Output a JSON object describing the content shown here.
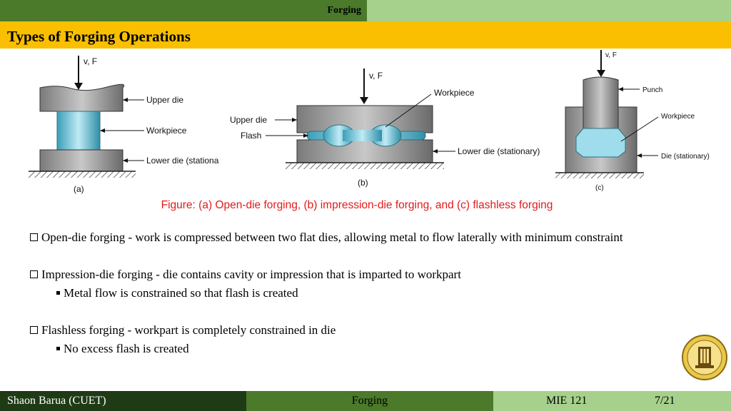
{
  "header": {
    "section": "Forging"
  },
  "slide_title": "Types of Forging Operations",
  "figure": {
    "a": {
      "force_label": "v, F",
      "upper_die": "Upper die",
      "workpiece": "Workpiece",
      "lower_die": "Lower die (stationa",
      "tag": "(a)"
    },
    "b": {
      "force_label": "v, F",
      "workpiece": "Workpiece",
      "upper_die": "Upper die",
      "flash": "Flash",
      "lower_die": "Lower die (stationary)",
      "tag": "(b)"
    },
    "c": {
      "force_label": "v, F",
      "punch": "Punch",
      "workpiece": "Workpiece",
      "die": "Die (stationary)",
      "tag": "(c)"
    },
    "caption": "Figure: (a) Open-die forging, (b) impression-die forging, and (c) flashless forging"
  },
  "bullets": [
    {
      "text": "Open-die forging - work is compressed between two flat dies, allowing metal to flow laterally with minimum constraint",
      "sub": []
    },
    {
      "text": "Impression-die forging - die contains cavity or impression that is imparted to workpart",
      "sub": [
        "Metal flow is constrained so that flash is created"
      ]
    },
    {
      "text": "Flashless forging - workpart is completely constrained in die",
      "sub": [
        "No excess flash is created"
      ]
    }
  ],
  "footer": {
    "author": "Shaon Barua (CUET)",
    "topic": "Forging",
    "course": "MIE 121",
    "page": "7/21"
  },
  "colors": {
    "dark_green": "#1f3b16",
    "green": "#4a7a2a",
    "light_green": "#a6d18c",
    "title_yellow": "#f9bf00",
    "caption_red": "#e31a1c"
  }
}
